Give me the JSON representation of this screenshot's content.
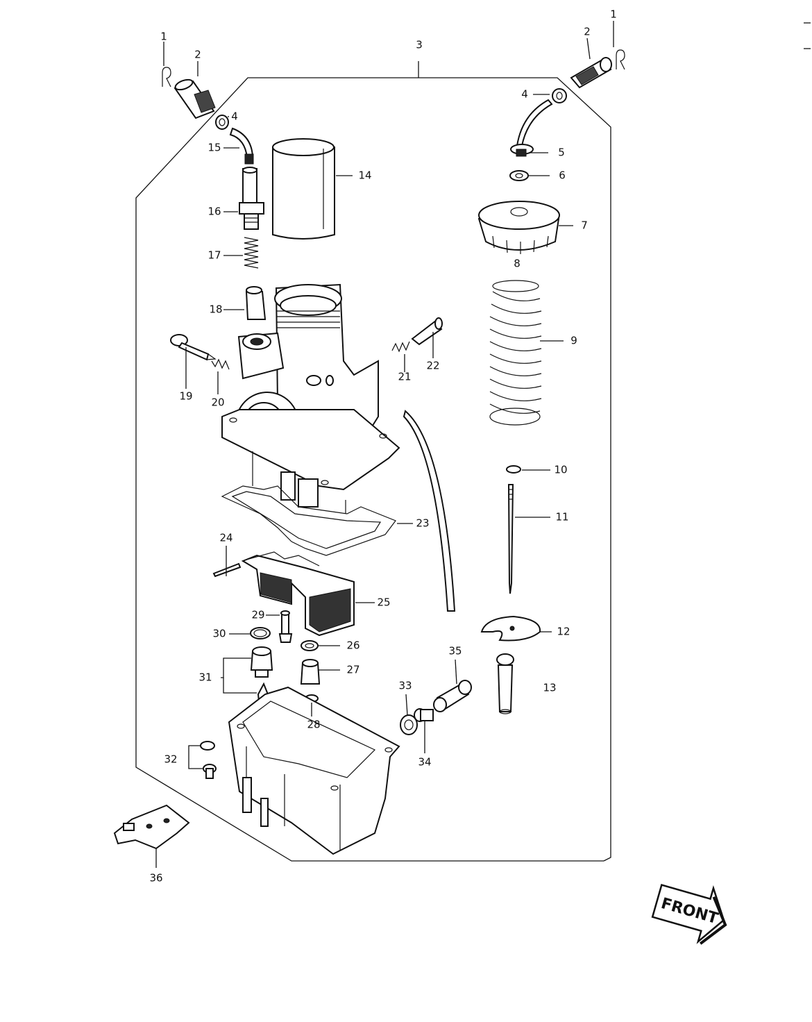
{
  "diagram": {
    "callouts": [
      "1",
      "2",
      "3",
      "4",
      "4",
      "1",
      "2",
      "4",
      "5",
      "6",
      "7",
      "8",
      "9",
      "10",
      "11",
      "12",
      "13",
      "14",
      "15",
      "16",
      "17",
      "18",
      "19",
      "20",
      "21",
      "22",
      "23",
      "24",
      "25",
      "26",
      "27",
      "28",
      "29",
      "30",
      "31",
      "32",
      "33",
      "34",
      "35",
      "36"
    ],
    "front_label": "FRONT"
  }
}
